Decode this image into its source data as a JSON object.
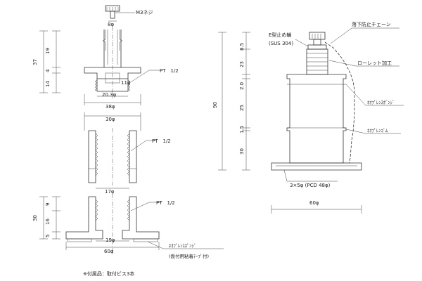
{
  "labels": {
    "m3_screw": "M3ネジ",
    "pt_top": "PT　1/2",
    "pt_mid": "PT　1/2",
    "pt_bot": "PT　1/2",
    "sponge_bottom": "ﾈｵﾌﾟﾚﾝｽﾎﾟﾝｼﾞ",
    "sponge_bottom_note": "(仮付用粘着ﾃｰﾌﾟ付)",
    "e_ring": "E型止め輪",
    "e_ring_material": "(SUS 304)",
    "fall_chain": "落下防止チェーン",
    "knurl": "ローレット加工",
    "sponge_right": "ﾈｵﾌﾟﾚﾝｽﾎﾟﾝｼﾞ",
    "rubber_right": "ﾈｵﾌﾟﾚﾝｺﾞﾑ",
    "bolt_holes": "3×5φ (PCD 48φ)",
    "accessory_note": "※付属品：取付ビス3本"
  },
  "dims_left": {
    "d8": "8φ",
    "d11": "11φ",
    "d20_3": "20.3φ",
    "d38": "38φ",
    "d30": "30φ",
    "d17": "17φ",
    "d19": "19φ",
    "d60": "60φ",
    "h37": "37",
    "h19": "19",
    "h4": "4",
    "h14": "14",
    "h30": "30",
    "h9": "9",
    "h16": "16",
    "h5": "5"
  },
  "dims_right": {
    "h90": "90",
    "h8_5": "8.5",
    "h23": "23",
    "h2_0": "2.0",
    "h25": "25",
    "h1_5": "1.5",
    "h30": "30",
    "d60": "60φ"
  }
}
